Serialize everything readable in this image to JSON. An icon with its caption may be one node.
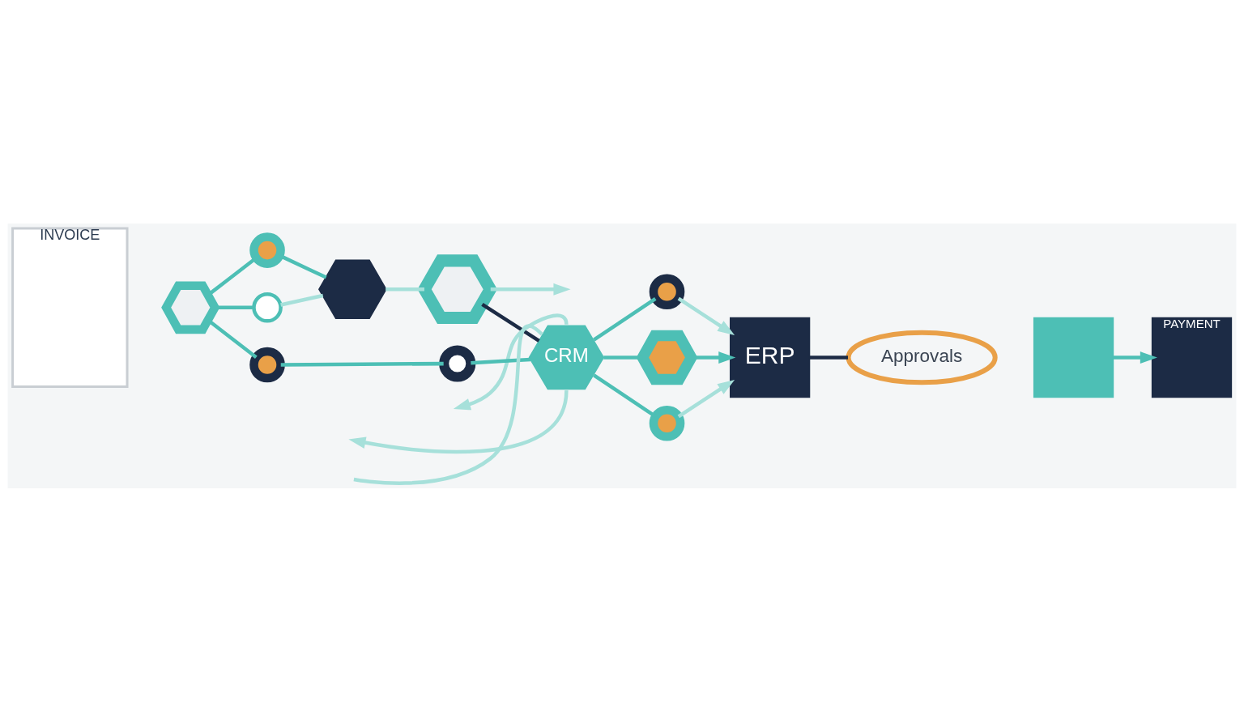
{
  "diagram": {
    "nodes": [
      {
        "text": [
          "INVOICE"
        ]
      },
      {
        "text": [],
        "shape": "hexagon"
      },
      {
        "text": [],
        "shape": "circle"
      },
      {
        "text": [],
        "shape": "circle"
      },
      {
        "text": [],
        "shape": "circle"
      },
      {
        "text": [],
        "shape": "hexagon"
      },
      {
        "text": [],
        "shape": "hexagon"
      },
      {
        "text": [
          "CRM"
        ]
      },
      {
        "text": [],
        "shape": "circle"
      },
      {
        "text": [],
        "shape": "circle"
      },
      {
        "text": [],
        "shape": "hexagon"
      },
      {
        "text": [],
        "shape": "circle"
      },
      {
        "text": [
          "ERP"
        ]
      },
      {
        "text": [
          "Approvals"
        ]
      },
      {
        "text": [],
        "shape": "box"
      },
      {
        "text": [
          "PAYMENT"
        ]
      }
    ],
    "edges": [
      {
        "from": 1,
        "to": 2,
        "arrow": "none"
      },
      {
        "from": 1,
        "to": 3,
        "arrow": "none"
      },
      {
        "from": 1,
        "to": 4,
        "arrow": "none"
      },
      {
        "from": 2,
        "to": 5,
        "arrow": "none"
      },
      {
        "from": 3,
        "to": 5,
        "arrow": "none",
        "color": "#a6e0da"
      },
      {
        "from": 4,
        "to": 8,
        "arrow": "none"
      },
      {
        "from": 5,
        "to": 6,
        "arrow": "none",
        "color": "#a6e0da"
      },
      {
        "from": 6,
        "to": 7,
        "arrow": "none",
        "color": "#1c2b45"
      },
      {
        "from": 8,
        "to": 7,
        "arrow": "none"
      },
      {
        "from": null,
        "to": 7,
        "arrow": "none",
        "color": "#a6e0da"
      },
      {
        "from": 6,
        "to": null,
        "arrow": "to",
        "color": "#a6e0da"
      },
      {
        "from": 7,
        "to": 9,
        "arrow": "none"
      },
      {
        "from": 7,
        "to": 10,
        "arrow": "none"
      },
      {
        "from": 7,
        "to": 11,
        "arrow": "none"
      },
      {
        "from": 7,
        "to": null,
        "arrow": "to",
        "color": "#a6e0da"
      },
      {
        "from": 7,
        "to": null,
        "arrow": "to",
        "color": "#a6e0da"
      },
      {
        "from": 9,
        "to": 12,
        "arrow": "to",
        "color": "#a6e0da"
      },
      {
        "from": 10,
        "to": 12,
        "arrow": "to"
      },
      {
        "from": 11,
        "to": 12,
        "arrow": "to",
        "color": "#a6e0da"
      },
      {
        "from": 12,
        "to": 13,
        "arrow": "none",
        "color": "#1c2b45"
      },
      {
        "from": 14,
        "to": 15,
        "arrow": "to"
      }
    ]
  }
}
